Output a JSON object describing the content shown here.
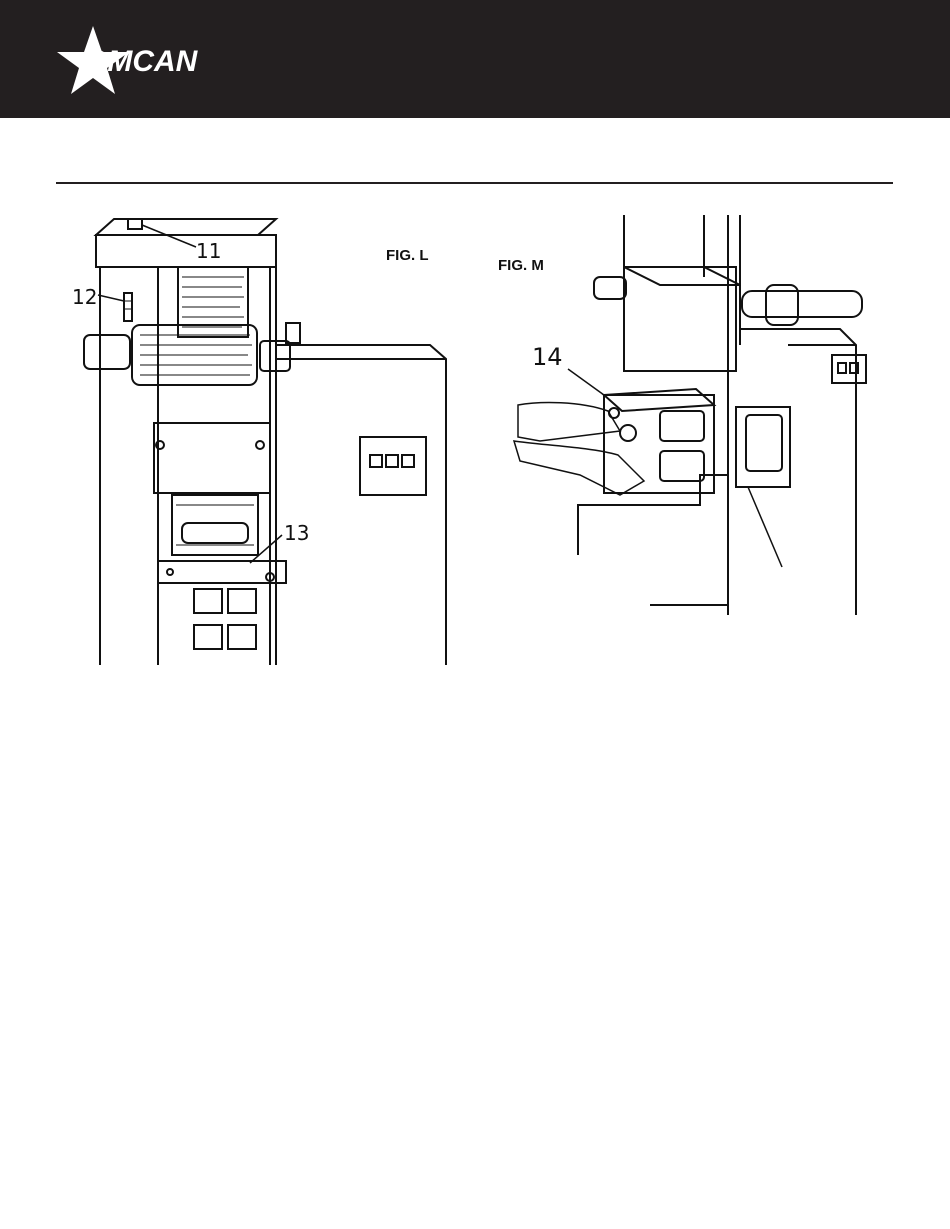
{
  "brand": {
    "name": "OMCAN"
  },
  "figures": {
    "fig_l": {
      "label": "FIG. L",
      "callouts": [
        "11",
        "12",
        "13"
      ]
    },
    "fig_m": {
      "label": "FIG. M",
      "callouts": [
        "14"
      ]
    }
  }
}
